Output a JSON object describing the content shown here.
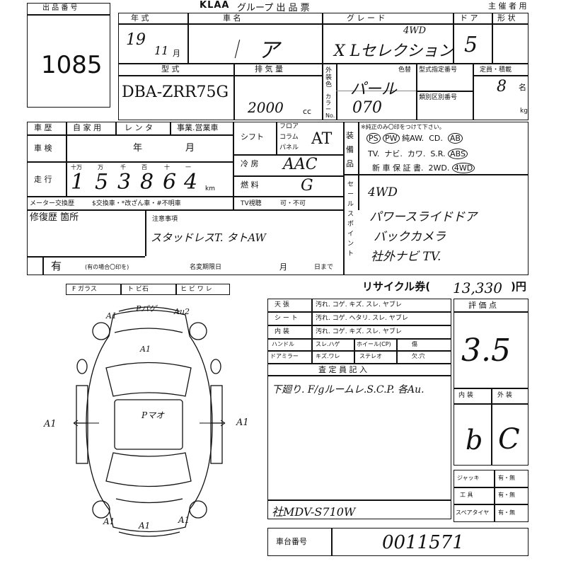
{
  "header": {
    "logo": "KLAA",
    "title": "グループ 出 品 票",
    "organizer_label": "主 催 者 用"
  },
  "lot": {
    "label": "出 品 番 号",
    "number": "1085"
  },
  "top_row": {
    "year_label": "年 式",
    "car_label": "車 名",
    "grade_label": "グ レ ー ド",
    "door_label": "ド ア",
    "shape_label": "形 状",
    "year_value": "19",
    "month_value": "11",
    "month_unit": "月",
    "car_name": "ア",
    "grade_value": "X Lセレクション",
    "grade_note": "4WD",
    "doors_value": "5"
  },
  "model_row": {
    "type_label": "型 式",
    "disp_label": "排 気 量",
    "exterior_label": [
      "外",
      "装",
      "色"
    ],
    "color_label": [
      "カ",
      "ラ",
      "ー",
      "No."
    ],
    "color_change_label": "色替",
    "type_num_label": "型式指定番号",
    "class_num_label": "類別区別番号",
    "capacity_label": "定員・積載",
    "type_value": "DBA-ZRR75G",
    "disp_value": "2000",
    "disp_unit": "cc",
    "color_value": "パール",
    "color_code": "070",
    "capacity_value": "8",
    "capacity_unit": "名",
    "kg_unit": "kg"
  },
  "history": {
    "label": "車 歴",
    "options": [
      "自 家 用",
      "レ ン タ",
      "事業.営業車"
    ],
    "inspection_label": "車 検",
    "year_unit": "年",
    "month_unit": "月",
    "mileage_label": "走 行",
    "digit_labels": [
      "十万",
      "万",
      "千",
      "百",
      "十",
      "一"
    ],
    "mileage_digits": [
      "1",
      "5",
      "3",
      "8",
      "6",
      "4"
    ],
    "km_unit": "km",
    "meter_label": "メーター交換歴",
    "meter_options": "$交換車・*改ざん車・#不明車"
  },
  "shift": {
    "shift_label": "シフト",
    "floor": "フロア",
    "column": "コラム",
    "panel": "パネル",
    "shift_value": "AT",
    "ac_label": "冷 房",
    "ac_value": "AAC",
    "fuel_label": "燃 料",
    "fuel_value": "G",
    "tv_label": "TV視聴",
    "tv_options": "可・不可"
  },
  "equipment": {
    "label": [
      "装",
      "備",
      "品"
    ],
    "note": "※純正のみ〇印をつけて下さい。",
    "row1": [
      "PS",
      "PW",
      "純AW.",
      "CD.",
      "AB"
    ],
    "row2": [
      "TV.",
      "ナビ.",
      "カワ.",
      "S.R.",
      "ABS"
    ],
    "row3": [
      "新 車 保 証 書.",
      "2WD.",
      "4WD"
    ]
  },
  "sales_points": {
    "label": [
      "セ",
      "ー",
      "ル",
      "ス",
      "ポ",
      "イ",
      "ン",
      "ト"
    ],
    "items": [
      "4WD",
      "パワースライドドア",
      "バックカメラ",
      "社外ナビ TV."
    ]
  },
  "repair": {
    "label": "修復歴 箇所",
    "value": "有",
    "note": "(有の場合〇印を)",
    "caution_label": "注意事項",
    "caution_value": "スタッドレスT. タトAW",
    "deadline_label": "名変期限日",
    "deadline_month": "月",
    "deadline_day": "日まで"
  },
  "glass": {
    "options": [
      "F ガラス",
      "ト ビ石",
      "ヒ ビ ワ レ"
    ]
  },
  "diagram": {
    "marks": [
      "A1",
      "Pバゲ",
      "Au2",
      "A1",
      "Pマオ",
      "A1",
      "A1",
      "A1",
      "A1",
      "A1"
    ]
  },
  "recycle": {
    "label": "リサイクル券(",
    "value": "13,330",
    "unit": ")円"
  },
  "interior": {
    "rows": [
      [
        "天 張",
        "汚れ. コゲ. キズ. スレ. ヤブレ"
      ],
      [
        "シ ー ト",
        "汚れ. コゲ. ヘタリ. スレ. ヤブレ"
      ],
      [
        "内 装",
        "汚れ. コゲ. キズ. スレ. ヤブレ"
      ]
    ],
    "handle_label": "ハンドル",
    "handle_value": "スレ.ハゲ",
    "wheel_label": "ホイール(CP)",
    "wheel_value": "傷",
    "mirror_label": "ドアミラー",
    "mirror_value": "キズ.ワレ",
    "stereo_label": "ステレオ",
    "stereo_value": "欠.穴"
  },
  "inspector": {
    "label": "査 定 員 記 入",
    "note1": "下廻り. F/gルームレ.S.C.P. 各Au.",
    "note2": "社MDV-S710W"
  },
  "evaluation": {
    "label": "評 価 点",
    "score": "3.5",
    "interior_label": "内 装",
    "exterior_label": "外 装",
    "interior_grade": "b",
    "exterior_grade": "C"
  },
  "tools": {
    "jack_label": "ジャッキ",
    "tool_label": "工 具",
    "spare_label": "スペアタイヤ",
    "status": "有・無"
  },
  "frame": {
    "label": "車台番号",
    "value": "0011571"
  }
}
